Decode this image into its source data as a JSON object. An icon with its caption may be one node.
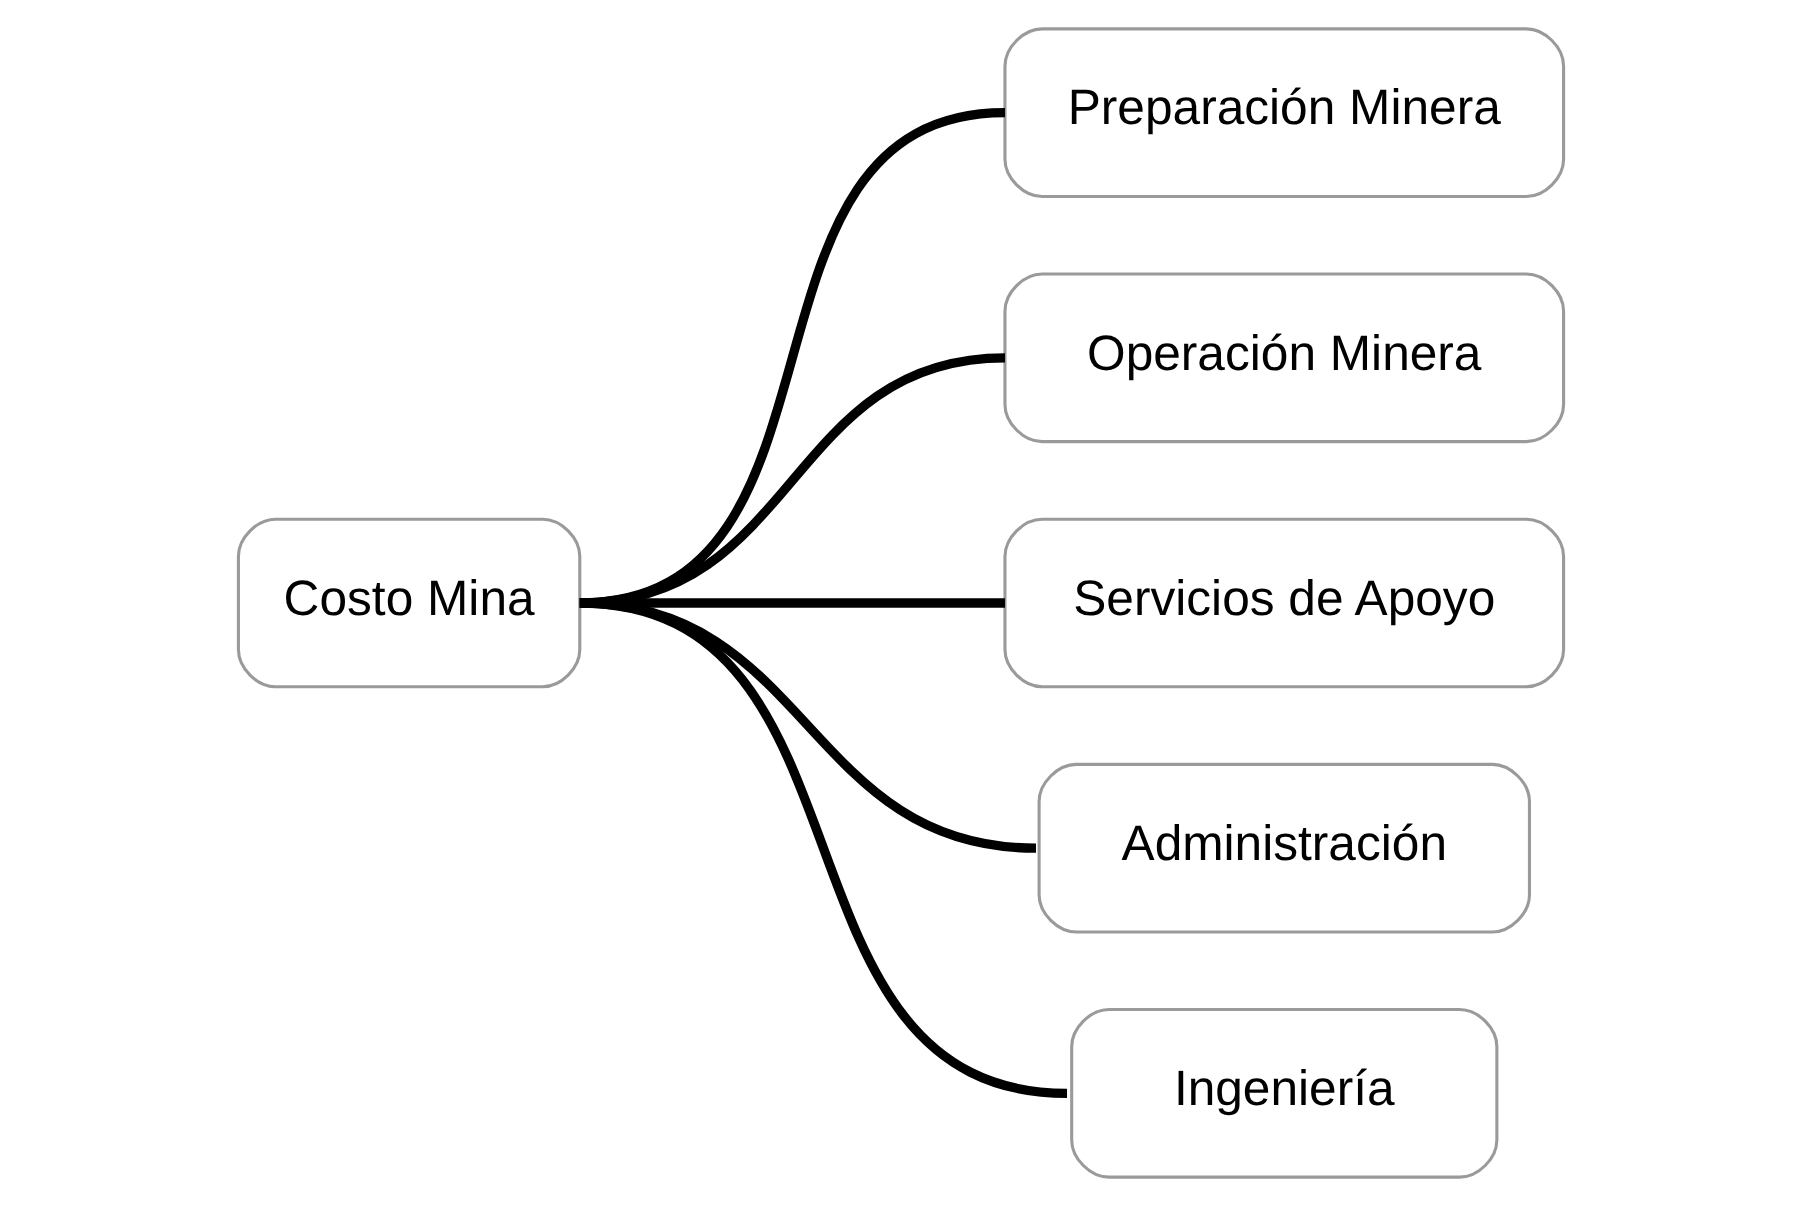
{
  "diagram": {
    "nodes": [
      {
        "text": [
          "Costo Mina"
        ]
      },
      {
        "text": [
          "Preparación Minera"
        ]
      },
      {
        "text": [
          "Operación Minera"
        ]
      },
      {
        "text": [
          "Servicios de Apoyo"
        ]
      },
      {
        "text": [
          "Administración"
        ]
      },
      {
        "text": [
          "Ingeniería"
        ]
      }
    ],
    "edges": [
      {
        "from": 0,
        "to": 1,
        "arrow": "none"
      },
      {
        "from": 0,
        "to": 2,
        "arrow": "none"
      },
      {
        "from": 0,
        "to": 3,
        "arrow": "none"
      },
      {
        "from": 0,
        "to": 4,
        "arrow": "none"
      },
      {
        "from": 0,
        "to": 5,
        "arrow": "none"
      }
    ]
  }
}
